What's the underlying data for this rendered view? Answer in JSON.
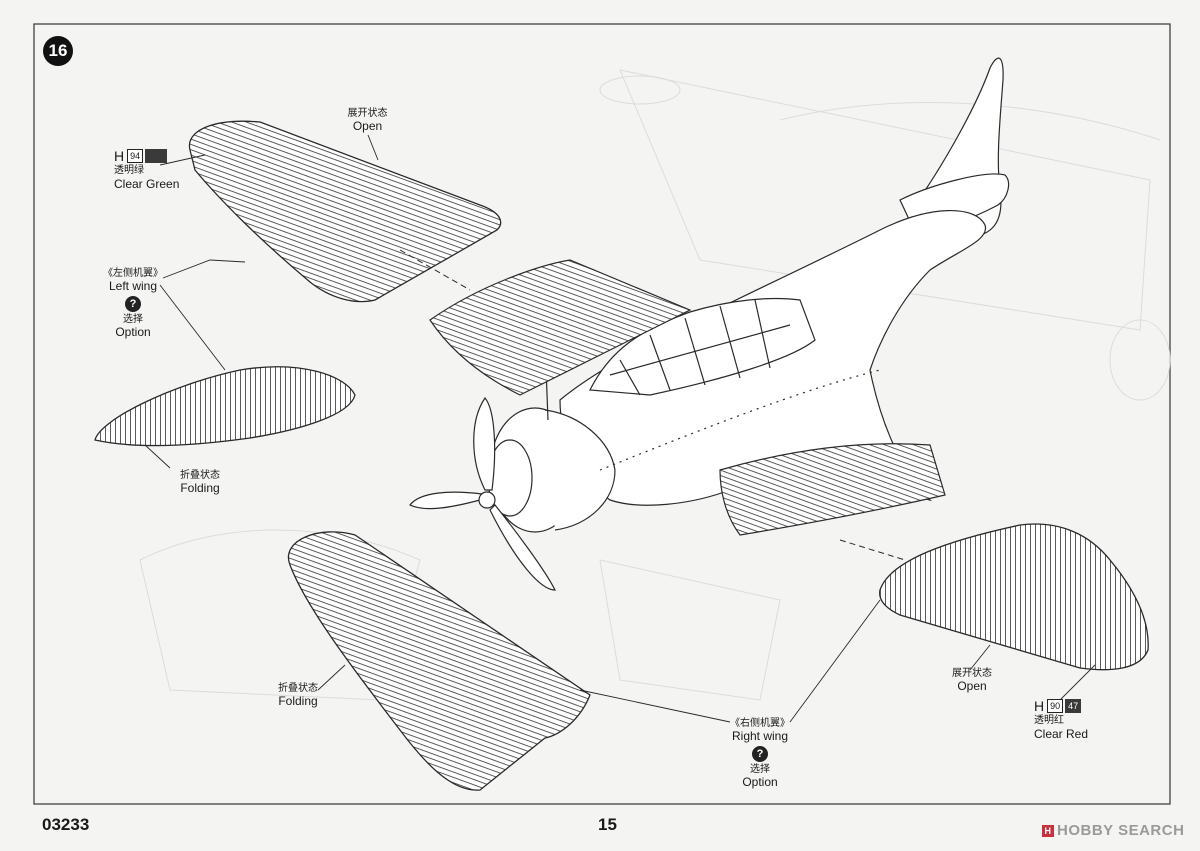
{
  "page": {
    "step_number": "16",
    "kit_code": "03233",
    "page_number": "15"
  },
  "labels": {
    "top_open": {
      "cn": "展开状态",
      "en": "Open"
    },
    "left_wing": {
      "cn": "《左侧机翼》",
      "en": "Left wing",
      "option_cn": "选择",
      "option_en": "Option",
      "option_icon": "?"
    },
    "left_folding": {
      "cn": "折叠状态",
      "en": "Folding"
    },
    "lower_folding": {
      "cn": "折叠状态",
      "en": "Folding"
    },
    "right_open": {
      "cn": "展开状态",
      "en": "Open"
    },
    "right_wing": {
      "cn": "《右侧机翼》",
      "en": "Right wing",
      "option_cn": "选择",
      "option_en": "Option",
      "option_icon": "?"
    }
  },
  "paints": {
    "green": {
      "letter": "H",
      "code": "94",
      "cn": "透明绿",
      "en": "Clear Green",
      "color": "#3a3a3a"
    },
    "red": {
      "letter": "H",
      "code": "90",
      "code2": "47",
      "cn": "透明红",
      "en": "Clear Red",
      "color": "#3a3a3a"
    }
  },
  "watermark": {
    "icon": "hobby-search-logo-icon",
    "text": "HOBBY SEARCH"
  },
  "colors": {
    "line": "#2a2a2a",
    "paper": "#f4f4f2",
    "badge": "#111111"
  }
}
